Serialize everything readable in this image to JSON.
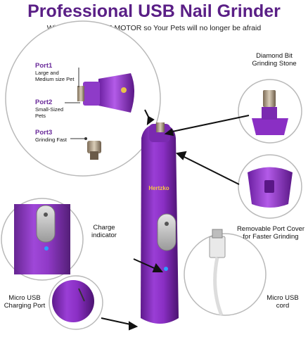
{
  "header": {
    "title": "Professional USB Nail Grinder",
    "subtitle": "With SUPER MUTE MOTOR so Your Pets will no longer be afraid"
  },
  "ports": [
    {
      "name": "Port1",
      "desc": "Large and Medium size Pet"
    },
    {
      "name": "Port2",
      "desc": "Small-Sized Pets"
    },
    {
      "name": "Port3",
      "desc": "Grinding Fast"
    }
  ],
  "callouts": {
    "diamond_stone": "Diamond Bit Grinding Stone",
    "removable_cover": "Removable Port Cover for Faster Grinding",
    "charge_indicator": "Charge indicator",
    "micro_usb_port": "Micro USB Charging Port",
    "usb_cord": "Micro USB cord"
  },
  "brand": {
    "logo_text": "Hertzko"
  },
  "colors": {
    "accent": "#5a1f86",
    "device_purple": "#8a2fc4",
    "indicator": "#2aa0ff"
  }
}
